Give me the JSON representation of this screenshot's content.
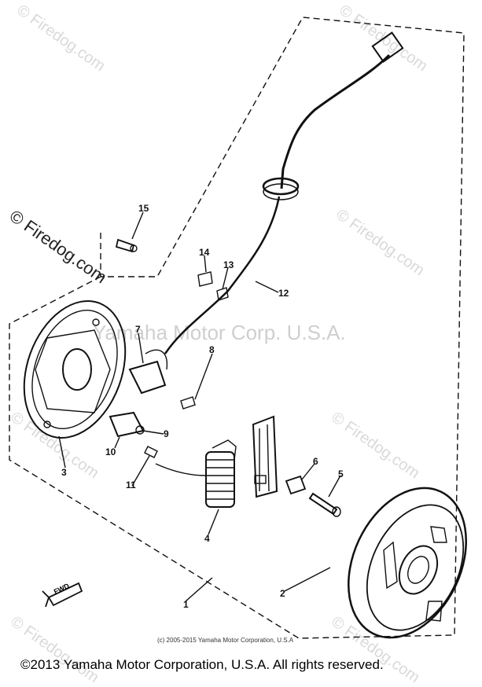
{
  "watermarks": {
    "site": "© Firedog.com",
    "center": "Yamaha Motor Corp. U.S.A."
  },
  "callouts": [
    "1",
    "2",
    "3",
    "4",
    "5",
    "6",
    "7",
    "8",
    "9",
    "10",
    "11",
    "12",
    "13",
    "14",
    "15"
  ],
  "fwd_label": "FWD",
  "small_copyright": "(c) 2005-2015 Yamaha Motor Corporation, U.S.A",
  "footer": "©2013 Yamaha Motor Corporation, U.S.A. All rights reserved."
}
